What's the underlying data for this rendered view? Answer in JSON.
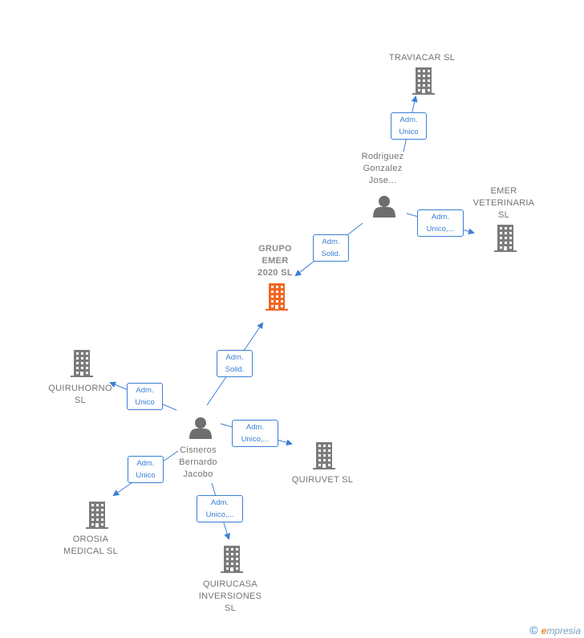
{
  "companies": [
    {
      "id": "traviacar",
      "label": "TRAVIACAR SL",
      "main": false
    },
    {
      "id": "emer_veterinaria",
      "label": "EMER\nVETERINARIA\nSL",
      "main": false
    },
    {
      "id": "grupo_emer",
      "label": "GRUPO\nEMER\n2020  SL",
      "main": true
    },
    {
      "id": "quiruhorno",
      "label": "QUIRUHORNO\nSL",
      "main": false
    },
    {
      "id": "quiruvet",
      "label": "QUIRUVET  SL",
      "main": false
    },
    {
      "id": "orosia",
      "label": "OROSIA\nMEDICAL  SL",
      "main": false
    },
    {
      "id": "quirucasa",
      "label": "QUIRUCASA\nINVERSIONES\nSL",
      "main": false
    }
  ],
  "persons": [
    {
      "id": "rodriguez",
      "label": "Rodriguez\nGonzalez\nJose..."
    },
    {
      "id": "cisneros",
      "label": "Cisneros\nBernardo\nJacobo"
    }
  ],
  "edges": [
    {
      "from": "rodriguez",
      "to": "traviacar",
      "label": "Adm.\nUnico"
    },
    {
      "from": "rodriguez",
      "to": "emer_veterinaria",
      "label": "Adm.\nUnico,..."
    },
    {
      "from": "rodriguez",
      "to": "grupo_emer",
      "label": "Adm.\nSolid."
    },
    {
      "from": "cisneros",
      "to": "grupo_emer",
      "label": "Adm.\nSolid."
    },
    {
      "from": "cisneros",
      "to": "quiruhorno",
      "label": "Adm.\nUnico"
    },
    {
      "from": "cisneros",
      "to": "quiruvet",
      "label": "Adm.\nUnico,..."
    },
    {
      "from": "cisneros",
      "to": "orosia",
      "label": "Adm.\nUnico"
    },
    {
      "from": "cisneros",
      "to": "quirucasa",
      "label": "Adm.\nUnico,..."
    }
  ],
  "colors": {
    "main_building": "#f26522",
    "building": "#7b7b7b",
    "person": "#6e6e6e",
    "edge": "#3a7fd5"
  },
  "footer": {
    "copyright_symbol": "©",
    "brand_initial": "e",
    "brand_rest": "mpresia"
  }
}
